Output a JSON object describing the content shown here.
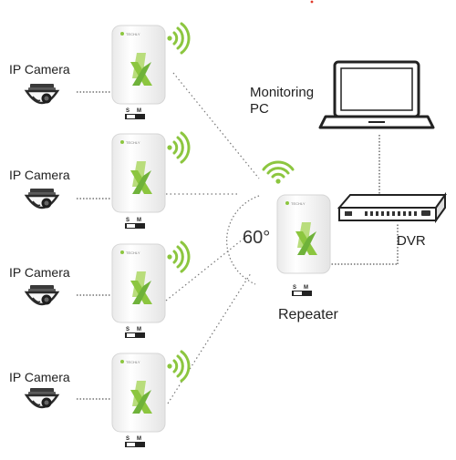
{
  "diagram": {
    "cameras": [
      {
        "label": "IP Camera"
      },
      {
        "label": "IP Camera"
      },
      {
        "label": "IP Camera"
      },
      {
        "label": "IP Camera"
      }
    ],
    "monitoring_pc": {
      "line1": "Monitoring",
      "line2": "PC"
    },
    "dvr": {
      "label": "DVR"
    },
    "repeater": {
      "label": "Repeater",
      "angle": "60°"
    },
    "device": {
      "brand": "TECHLY",
      "switch_left": "S",
      "switch_right": "M"
    },
    "colors": {
      "accent_green": "#8cc63f",
      "dark_green": "#4e8a2a",
      "line": "#555555",
      "device_body": "#f4f4f4"
    }
  }
}
